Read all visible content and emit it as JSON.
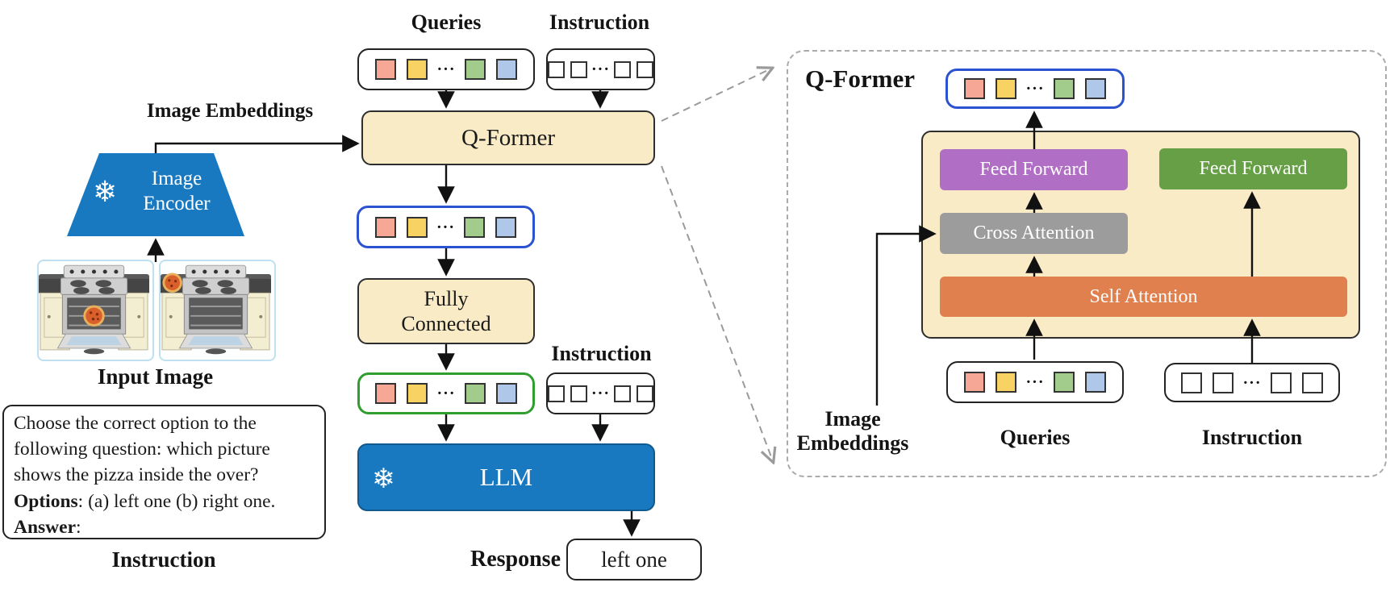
{
  "diagram": {
    "left": {
      "image_embeddings_label": "Image Embeddings",
      "image_encoder_label": "Image\nEncoder",
      "input_image_label": "Input Image",
      "instruction_caption": "Instruction",
      "prompt": {
        "lines": [
          "Choose the correct option to the",
          "following question: which picture",
          "shows the pizza inside the over?"
        ],
        "options_label": "Options",
        "options_rest": ": (a) left one (b) right one.",
        "answer_label": "Answer",
        "answer_rest": ":"
      }
    },
    "middle": {
      "queries_label": "Queries",
      "instruction_label_top": "Instruction",
      "qformer_label": "Q-Former",
      "fully_connected_label": "Fully Connected",
      "instruction_label_mid": "Instruction",
      "llm_label": "LLM",
      "response_label": "Response",
      "response_value": "left one"
    },
    "right_panel": {
      "title": "Q-Former",
      "feed_forward_left": "Feed Forward",
      "feed_forward_right": "Feed Forward",
      "cross_attention": "Cross Attention",
      "self_attention": "Self Attention",
      "image_embeddings_label": "Image\nEmbeddings",
      "queries_label": "Queries",
      "instruction_label": "Instruction"
    },
    "icons": {
      "snowflake_glyph": "❄"
    },
    "tokens": {
      "ellipsis": "···",
      "colors": [
        "#F6A795",
        "#F8D364",
        "#A2CC8B",
        "#AFC7E8"
      ]
    },
    "colors": {
      "box_cream": "#FAEBC7",
      "frozen_blue": "#1879C0",
      "purple_ff": "#B06FC4",
      "gray_ca": "#9C9C9C",
      "orange_sa": "#E0804E",
      "green_ff": "#669F45",
      "token_border_blue": "#2B52D0",
      "token_border_green": "#2F9E2F"
    }
  }
}
